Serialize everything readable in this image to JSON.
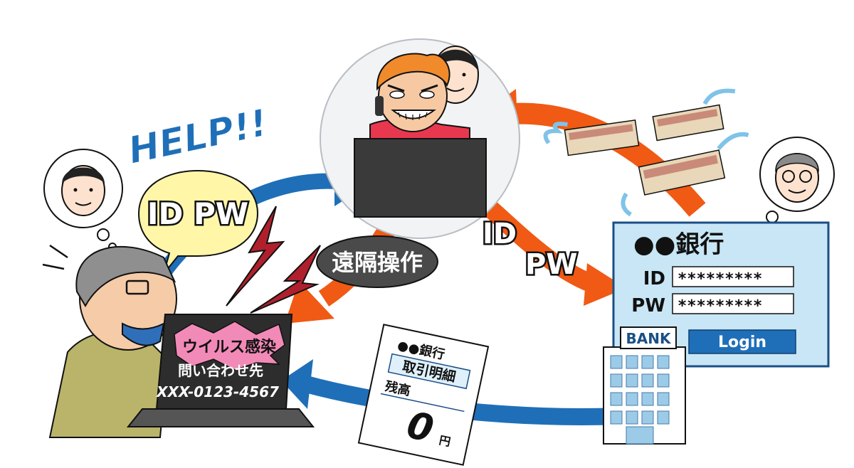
{
  "help_text": "HELP!!",
  "victim": {
    "bubble_text": "ID PW",
    "laptop_line1": "ウイルス感染",
    "laptop_line2": "問い合わせ先",
    "laptop_line3": "XXX-0123-4567"
  },
  "remote_label": "遠隔操作",
  "flow_id": "ID",
  "flow_pw": "PW",
  "bank": {
    "name": "●●銀行",
    "id_label": "ID",
    "pw_label": "PW",
    "id_value": "*********",
    "pw_value": "*********",
    "login_label": "Login",
    "building_label": "BANK"
  },
  "statement": {
    "bank_name": "●●銀行",
    "title": "取引明細",
    "balance_label": "残高",
    "amount": "0",
    "currency": "円"
  },
  "colors": {
    "blue_arrow": "#1f6fb8",
    "orange_arrow": "#f05a14",
    "bubble_yellow": "#fff6a8",
    "bank_panel": "#c8e6f5",
    "login_button": "#1f6fb8"
  }
}
